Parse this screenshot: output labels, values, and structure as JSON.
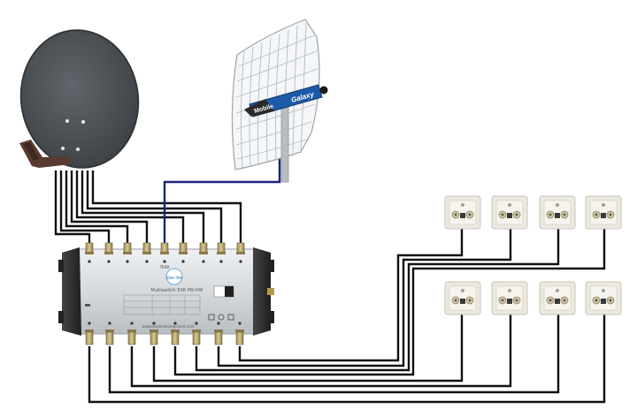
{
  "antenna": {
    "brand_left": "Mobile",
    "brand_right": "Galaxy"
  },
  "multiswitch": {
    "logo": "blue line",
    "model": "Multiswitch  5X8 MS-HW",
    "top_port_labels": [
      "",
      "",
      "",
      "",
      "TERR",
      "",
      "",
      "",
      ""
    ],
    "footer_text": "www.bluelinecomponent.com"
  },
  "colors": {
    "dish": "#4e5357",
    "cable": "#111111",
    "antenna_cable": "#1a237e",
    "antenna_brand": "#1e5aa8",
    "switch_body": "#d8dcdf",
    "switch_end_caps": "#2b2b2b",
    "wall_socket": "#ece9e1"
  }
}
